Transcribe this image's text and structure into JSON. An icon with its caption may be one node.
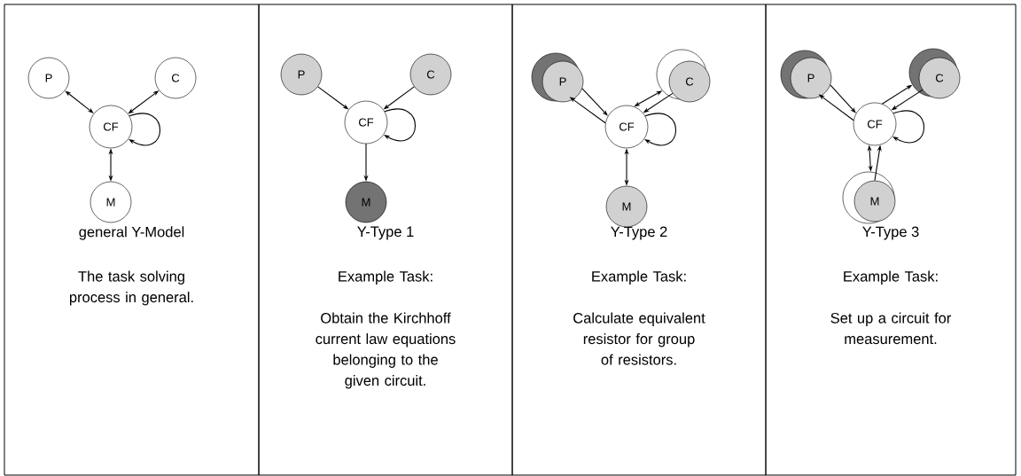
{
  "diagram": {
    "nodes": [
      {
        "text": [
          "general Y-Model",
          "The task solving process in general."
        ]
      },
      {
        "text": [
          "P"
        ],
        "in": 0
      },
      {
        "text": [
          "C"
        ],
        "in": 0
      },
      {
        "text": [
          "CF"
        ],
        "in": 0
      },
      {
        "text": [
          "M"
        ],
        "in": 0
      },
      {
        "text": [
          "Y-Type 1",
          "Example Task:",
          "Obtain the Kirchhoff current law equations belonging to the given circuit."
        ]
      },
      {
        "text": [
          "P"
        ],
        "in": 5
      },
      {
        "text": [
          "C"
        ],
        "in": 5
      },
      {
        "text": [
          "CF"
        ],
        "in": 5
      },
      {
        "text": [
          "M"
        ],
        "in": 5
      },
      {
        "text": [
          "Y-Type 2",
          "Example Task:",
          "Calculate equivalent resistor for group of resistors."
        ]
      },
      {
        "text": [],
        "shape": "circle",
        "in": 10
      },
      {
        "text": [
          "P"
        ],
        "in": 11
      },
      {
        "text": [],
        "shape": "circle",
        "in": 10
      },
      {
        "text": [
          "C"
        ],
        "in": 13
      },
      {
        "text": [
          "CF"
        ],
        "in": 10
      },
      {
        "text": [
          "M"
        ],
        "in": 10
      },
      {
        "text": [
          "Y-Type 3",
          "Example Task:",
          "Set up a circuit for measurement."
        ]
      },
      {
        "text": [],
        "shape": "circle",
        "in": 17
      },
      {
        "text": [
          "P"
        ],
        "in": 18
      },
      {
        "text": [],
        "shape": "circle",
        "in": 17
      },
      {
        "text": [
          "C"
        ],
        "in": 20
      },
      {
        "text": [
          "CF"
        ],
        "in": 17
      },
      {
        "text": [],
        "shape": "circle",
        "in": 17
      },
      {
        "text": [
          "M"
        ],
        "in": 23
      }
    ],
    "edges": [
      {
        "from": 1,
        "to": 3,
        "arrow": "both"
      },
      {
        "from": 3,
        "to": 2,
        "arrow": "both"
      },
      {
        "from": 3,
        "to": 3,
        "arrow": "to"
      },
      {
        "from": 3,
        "to": 4,
        "arrow": "both"
      },
      {
        "from": 6,
        "to": 8,
        "arrow": "to"
      },
      {
        "from": 7,
        "to": 8,
        "arrow": "to"
      },
      {
        "from": 8,
        "to": 8,
        "arrow": "to"
      },
      {
        "from": 8,
        "to": 9,
        "arrow": "to"
      },
      {
        "from": 12,
        "to": 15,
        "arrow": "to"
      },
      {
        "from": 15,
        "to": 11,
        "arrow": "to"
      },
      {
        "from": 15,
        "to": 13,
        "arrow": "both"
      },
      {
        "from": 14,
        "to": 15,
        "arrow": "to"
      },
      {
        "from": 15,
        "to": 15,
        "arrow": "to"
      },
      {
        "from": 15,
        "to": 16,
        "arrow": "both"
      },
      {
        "from": 19,
        "to": 22,
        "arrow": "to"
      },
      {
        "from": 22,
        "to": 18,
        "arrow": "to"
      },
      {
        "from": 22,
        "to": 20,
        "arrow": "to"
      },
      {
        "from": 21,
        "to": 22,
        "arrow": "to"
      },
      {
        "from": 22,
        "to": 22,
        "arrow": "to"
      },
      {
        "from": 22,
        "to": 23,
        "arrow": "both"
      },
      {
        "from": 24,
        "to": 22,
        "arrow": "to"
      }
    ]
  }
}
